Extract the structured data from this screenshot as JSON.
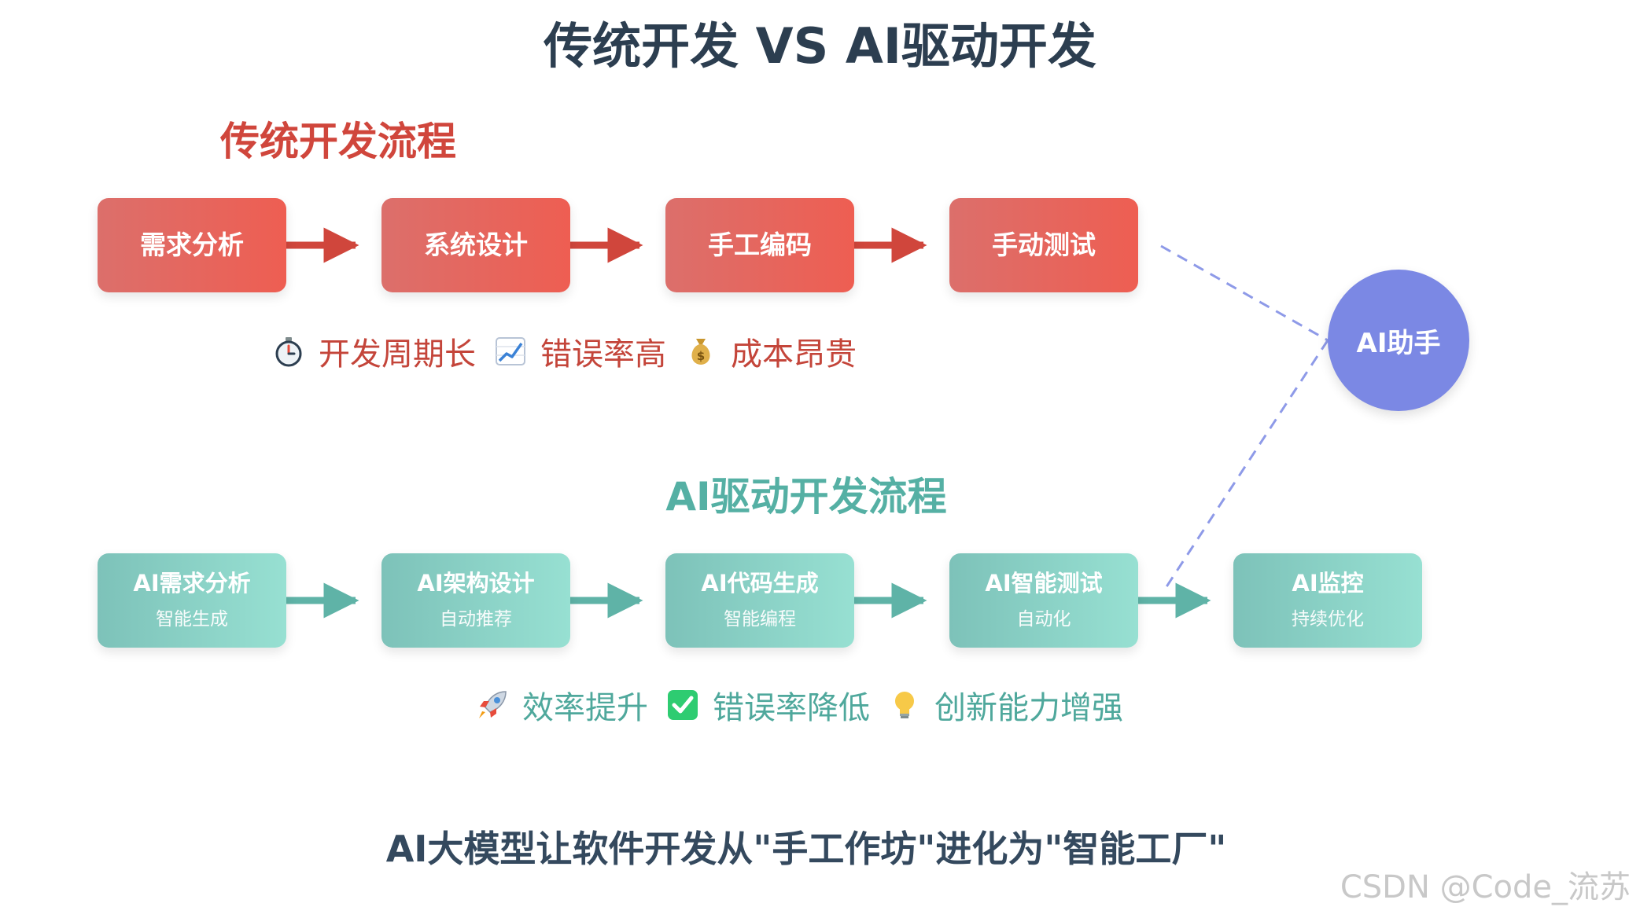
{
  "title": "传统开发 VS AI驱动开发",
  "traditional": {
    "heading": "传统开发流程",
    "steps": [
      {
        "label": "需求分析"
      },
      {
        "label": "系统设计"
      },
      {
        "label": "手工编码"
      },
      {
        "label": "手动测试"
      }
    ],
    "metrics": [
      {
        "icon": "stopwatch-icon",
        "text": "开发周期长"
      },
      {
        "icon": "chart-increasing-icon",
        "text": "错误率高"
      },
      {
        "icon": "money-bag-icon",
        "text": "成本昂贵"
      }
    ],
    "color": "#e8605a"
  },
  "ai_driven": {
    "heading": "AI驱动开发流程",
    "steps": [
      {
        "label": "AI需求分析",
        "sub": "智能生成"
      },
      {
        "label": "AI架构设计",
        "sub": "自动推荐"
      },
      {
        "label": "AI代码生成",
        "sub": "智能编程"
      },
      {
        "label": "AI智能测试",
        "sub": "自动化"
      },
      {
        "label": "AI监控",
        "sub": "持续优化"
      }
    ],
    "metrics": [
      {
        "icon": "rocket-icon",
        "text": "效率提升"
      },
      {
        "icon": "check-mark-icon",
        "text": "错误率降低"
      },
      {
        "icon": "light-bulb-icon",
        "text": "创新能力增强"
      }
    ],
    "color": "#5fb3a7"
  },
  "assistant": {
    "label": "AI助手",
    "color": "#7b88e4"
  },
  "tagline": "AI大模型让软件开发从\"手工作坊\"进化为\"智能工厂\"",
  "watermark": "CSDN @Code_流苏"
}
